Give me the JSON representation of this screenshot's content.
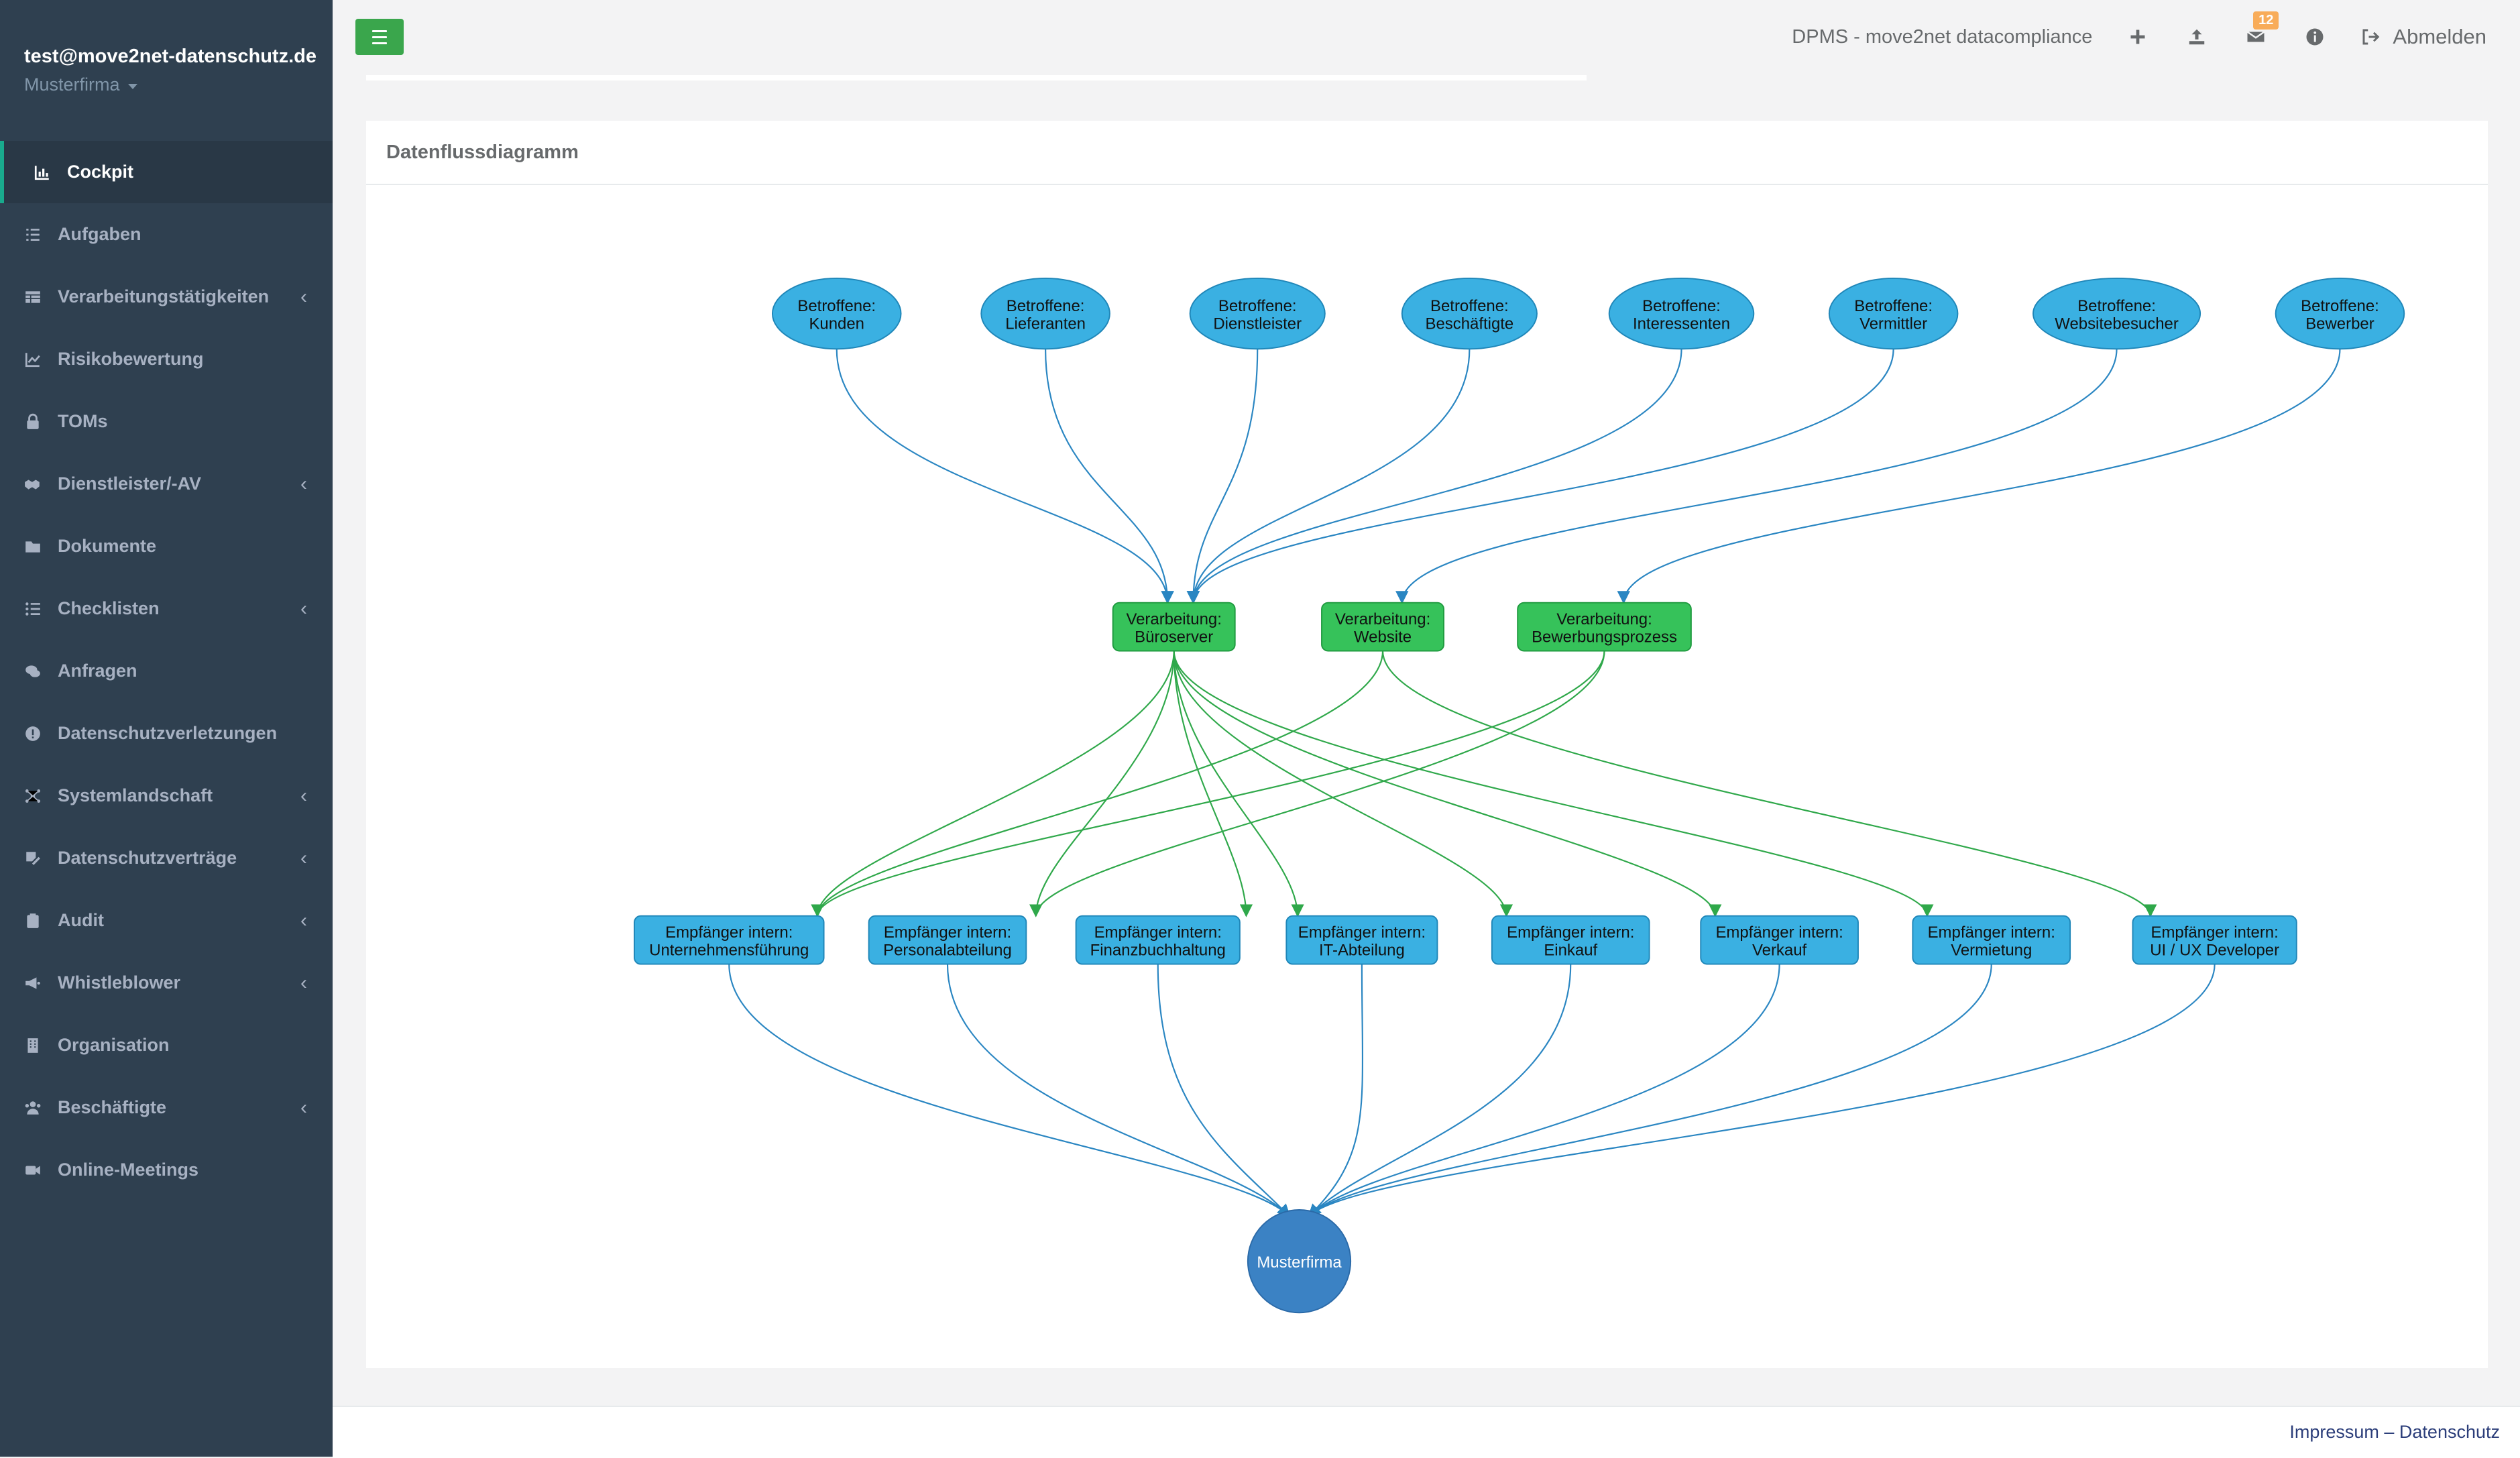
{
  "user": {
    "email": "test@move2net-datenschutz.de",
    "org": "Musterfirma"
  },
  "nav": [
    {
      "label": "Cockpit",
      "icon": "chart-icon",
      "active": true,
      "chevron": false
    },
    {
      "label": "Aufgaben",
      "icon": "tasks-icon",
      "chevron": false
    },
    {
      "label": "Verarbeitungstätigkeiten",
      "icon": "table-icon",
      "chevron": true
    },
    {
      "label": "Risikobewertung",
      "icon": "line-chart-icon",
      "chevron": false
    },
    {
      "label": "TOMs",
      "icon": "lock-icon",
      "chevron": false
    },
    {
      "label": "Dienstleister/-AV",
      "icon": "handshake-icon",
      "chevron": true
    },
    {
      "label": "Dokumente",
      "icon": "folder-icon",
      "chevron": false
    },
    {
      "label": "Checklisten",
      "icon": "list-icon",
      "chevron": true
    },
    {
      "label": "Anfragen",
      "icon": "comments-icon",
      "chevron": false
    },
    {
      "label": "Datenschutzverletzungen",
      "icon": "exclamation-icon",
      "chevron": false
    },
    {
      "label": "Systemlandschaft",
      "icon": "network-icon",
      "chevron": true
    },
    {
      "label": "Datenschutzverträge",
      "icon": "signature-icon",
      "chevron": true
    },
    {
      "label": "Audit",
      "icon": "clipboard-icon",
      "chevron": true
    },
    {
      "label": "Whistleblower",
      "icon": "megaphone-icon",
      "chevron": true
    },
    {
      "label": "Organisation",
      "icon": "building-icon",
      "chevron": false
    },
    {
      "label": "Beschäftigte",
      "icon": "users-icon",
      "chevron": true
    },
    {
      "label": "Online-Meetings",
      "icon": "video-icon",
      "chevron": false
    }
  ],
  "topbar": {
    "title": "DPMS - move2net datacompliance",
    "badge_count": "12",
    "logout": "Abmelden"
  },
  "panel": {
    "title": "Datenflussdiagramm"
  },
  "diagram": {
    "sources": [
      [
        "Betroffene:",
        "Kunden"
      ],
      [
        "Betroffene:",
        "Lieferanten"
      ],
      [
        "Betroffene:",
        "Dienstleister"
      ],
      [
        "Betroffene:",
        "Beschäftigte"
      ],
      [
        "Betroffene:",
        "Interessenten"
      ],
      [
        "Betroffene:",
        "Vermittler"
      ],
      [
        "Betroffene:",
        "Websitebesucher"
      ],
      [
        "Betroffene:",
        "Bewerber"
      ]
    ],
    "processes": [
      [
        "Verarbeitung:",
        "Büroserver"
      ],
      [
        "Verarbeitung:",
        "Website"
      ],
      [
        "Verarbeitung:",
        "Bewerbungsprozess"
      ]
    ],
    "recipients": [
      [
        "Empfänger intern:",
        "Unternehmensführung"
      ],
      [
        "Empfänger intern:",
        "Personalabteilung"
      ],
      [
        "Empfänger intern:",
        "Finanzbuchhaltung"
      ],
      [
        "Empfänger intern:",
        "IT-Abteilung"
      ],
      [
        "Empfänger intern:",
        "Einkauf"
      ],
      [
        "Empfänger intern:",
        "Verkauf"
      ],
      [
        "Empfänger intern:",
        "Vermietung"
      ],
      [
        "Empfänger intern:",
        "UI / UX  Developer"
      ]
    ],
    "sink": "Musterfirma",
    "source_to_process": [
      [
        0,
        0
      ],
      [
        1,
        0
      ],
      [
        2,
        0
      ],
      [
        3,
        0
      ],
      [
        4,
        0
      ],
      [
        5,
        0
      ],
      [
        6,
        1
      ],
      [
        7,
        2
      ]
    ],
    "process_to_recipient": [
      [
        0,
        0
      ],
      [
        0,
        1
      ],
      [
        0,
        2
      ],
      [
        0,
        3
      ],
      [
        0,
        4
      ],
      [
        0,
        5
      ],
      [
        0,
        6
      ],
      [
        1,
        0
      ],
      [
        1,
        7
      ],
      [
        2,
        0
      ],
      [
        2,
        1
      ]
    ],
    "colors": {
      "source": "#3ab0e2",
      "process": "#36c25a",
      "recipient": "#3ab0e2",
      "sink": "#3b82c4",
      "edge_blue": "#2a86c2",
      "edge_green": "#2fa84a"
    }
  },
  "footer": {
    "links": "Impressum – Datenschutz"
  }
}
